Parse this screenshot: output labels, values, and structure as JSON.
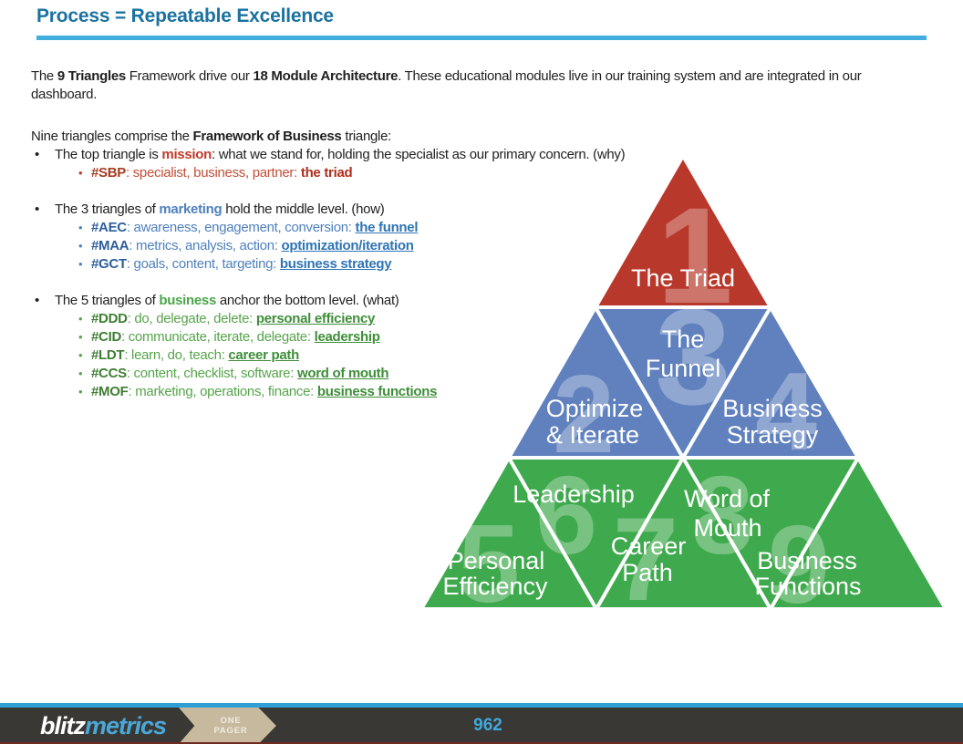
{
  "title": "Process = Repeatable Excellence",
  "intro": {
    "seg1": "The ",
    "seg2": "9 Triangles",
    "seg3": " Framework drive our ",
    "seg4": "18 Module Architecture",
    "seg5": ". These educational modules live in our training system and are integrated in our dashboard."
  },
  "framework_heading": {
    "pre": "Nine triangles comprise the ",
    "bold": "Framework of Business",
    "post": " triangle:"
  },
  "mission": {
    "bullet": {
      "pre": "The top triangle is ",
      "keyword": "mission",
      "post": ": what we stand for, holding the specialist as our primary concern. (why)"
    },
    "item": {
      "tag": "#SBP",
      "mid": ": specialist, business, partner: ",
      "link": "the triad"
    }
  },
  "marketing": {
    "bullet": {
      "pre": "The 3 triangles of ",
      "keyword": "marketing",
      "post": " hold the middle level. (how)"
    },
    "items": [
      {
        "tag": "#AEC",
        "mid": ": awareness, engagement, conversion: ",
        "link": "the funnel"
      },
      {
        "tag": "#MAA",
        "mid": ": metrics, analysis, action: ",
        "link": "optimization/iteration"
      },
      {
        "tag": "#GCT",
        "mid": ": goals, content, targeting: ",
        "link": "business strategy"
      }
    ]
  },
  "business": {
    "bullet": {
      "pre": "The 5 triangles of ",
      "keyword": "business",
      "post": " anchor the bottom level. (what)"
    },
    "items": [
      {
        "tag": "#DDD",
        "mid": ": do, delegate, delete: ",
        "link": "personal efficiency"
      },
      {
        "tag": "#CID",
        "mid": ": communicate, iterate, delegate: ",
        "link": "leadership"
      },
      {
        "tag": "#LDT",
        "mid": ": learn, do, teach: ",
        "link": "career path"
      },
      {
        "tag": "#CCS",
        "mid": ": content, checklist, software: ",
        "link": "word of mouth"
      },
      {
        "tag": "#MOF",
        "mid": ": marketing, operations, finance: ",
        "link": "business functions"
      }
    ]
  },
  "pyramid": {
    "triangles": [
      {
        "number": "1",
        "level": "mission",
        "lines": [
          "The Triad"
        ]
      },
      {
        "number": "2",
        "level": "marketing",
        "lines": [
          "Optimize",
          "& Iterate"
        ]
      },
      {
        "number": "3",
        "level": "marketing",
        "lines": [
          "The",
          "Funnel"
        ]
      },
      {
        "number": "4",
        "level": "marketing",
        "lines": [
          "Business",
          "Strategy"
        ]
      },
      {
        "number": "5",
        "level": "business",
        "lines": [
          "Personal",
          "Efficiency"
        ]
      },
      {
        "number": "6",
        "level": "business",
        "lines": [
          "Leadership"
        ]
      },
      {
        "number": "7",
        "level": "business",
        "lines": [
          "Career",
          "Path"
        ]
      },
      {
        "number": "8",
        "level": "business",
        "lines": [
          "Word of",
          "Mouth"
        ]
      },
      {
        "number": "9",
        "level": "business",
        "lines": [
          "Business",
          "Functions"
        ]
      }
    ],
    "colors": {
      "mission": "#b8382b",
      "marketing": "#6081bd",
      "business": "#3fa94d"
    }
  },
  "footer": {
    "logo_blitz": "blitz",
    "logo_metrics": "metrics",
    "badge_line1": "ONE",
    "badge_line2": "PAGER",
    "page_number": "962",
    "bar_color": "#393835",
    "accent_color": "#2f9fd6"
  },
  "theme": {
    "title_color": "#1b72a0",
    "rule_color": "#41aede",
    "red": "#c0392b",
    "blue": "#4f81bd",
    "green": "#4aa64a"
  }
}
